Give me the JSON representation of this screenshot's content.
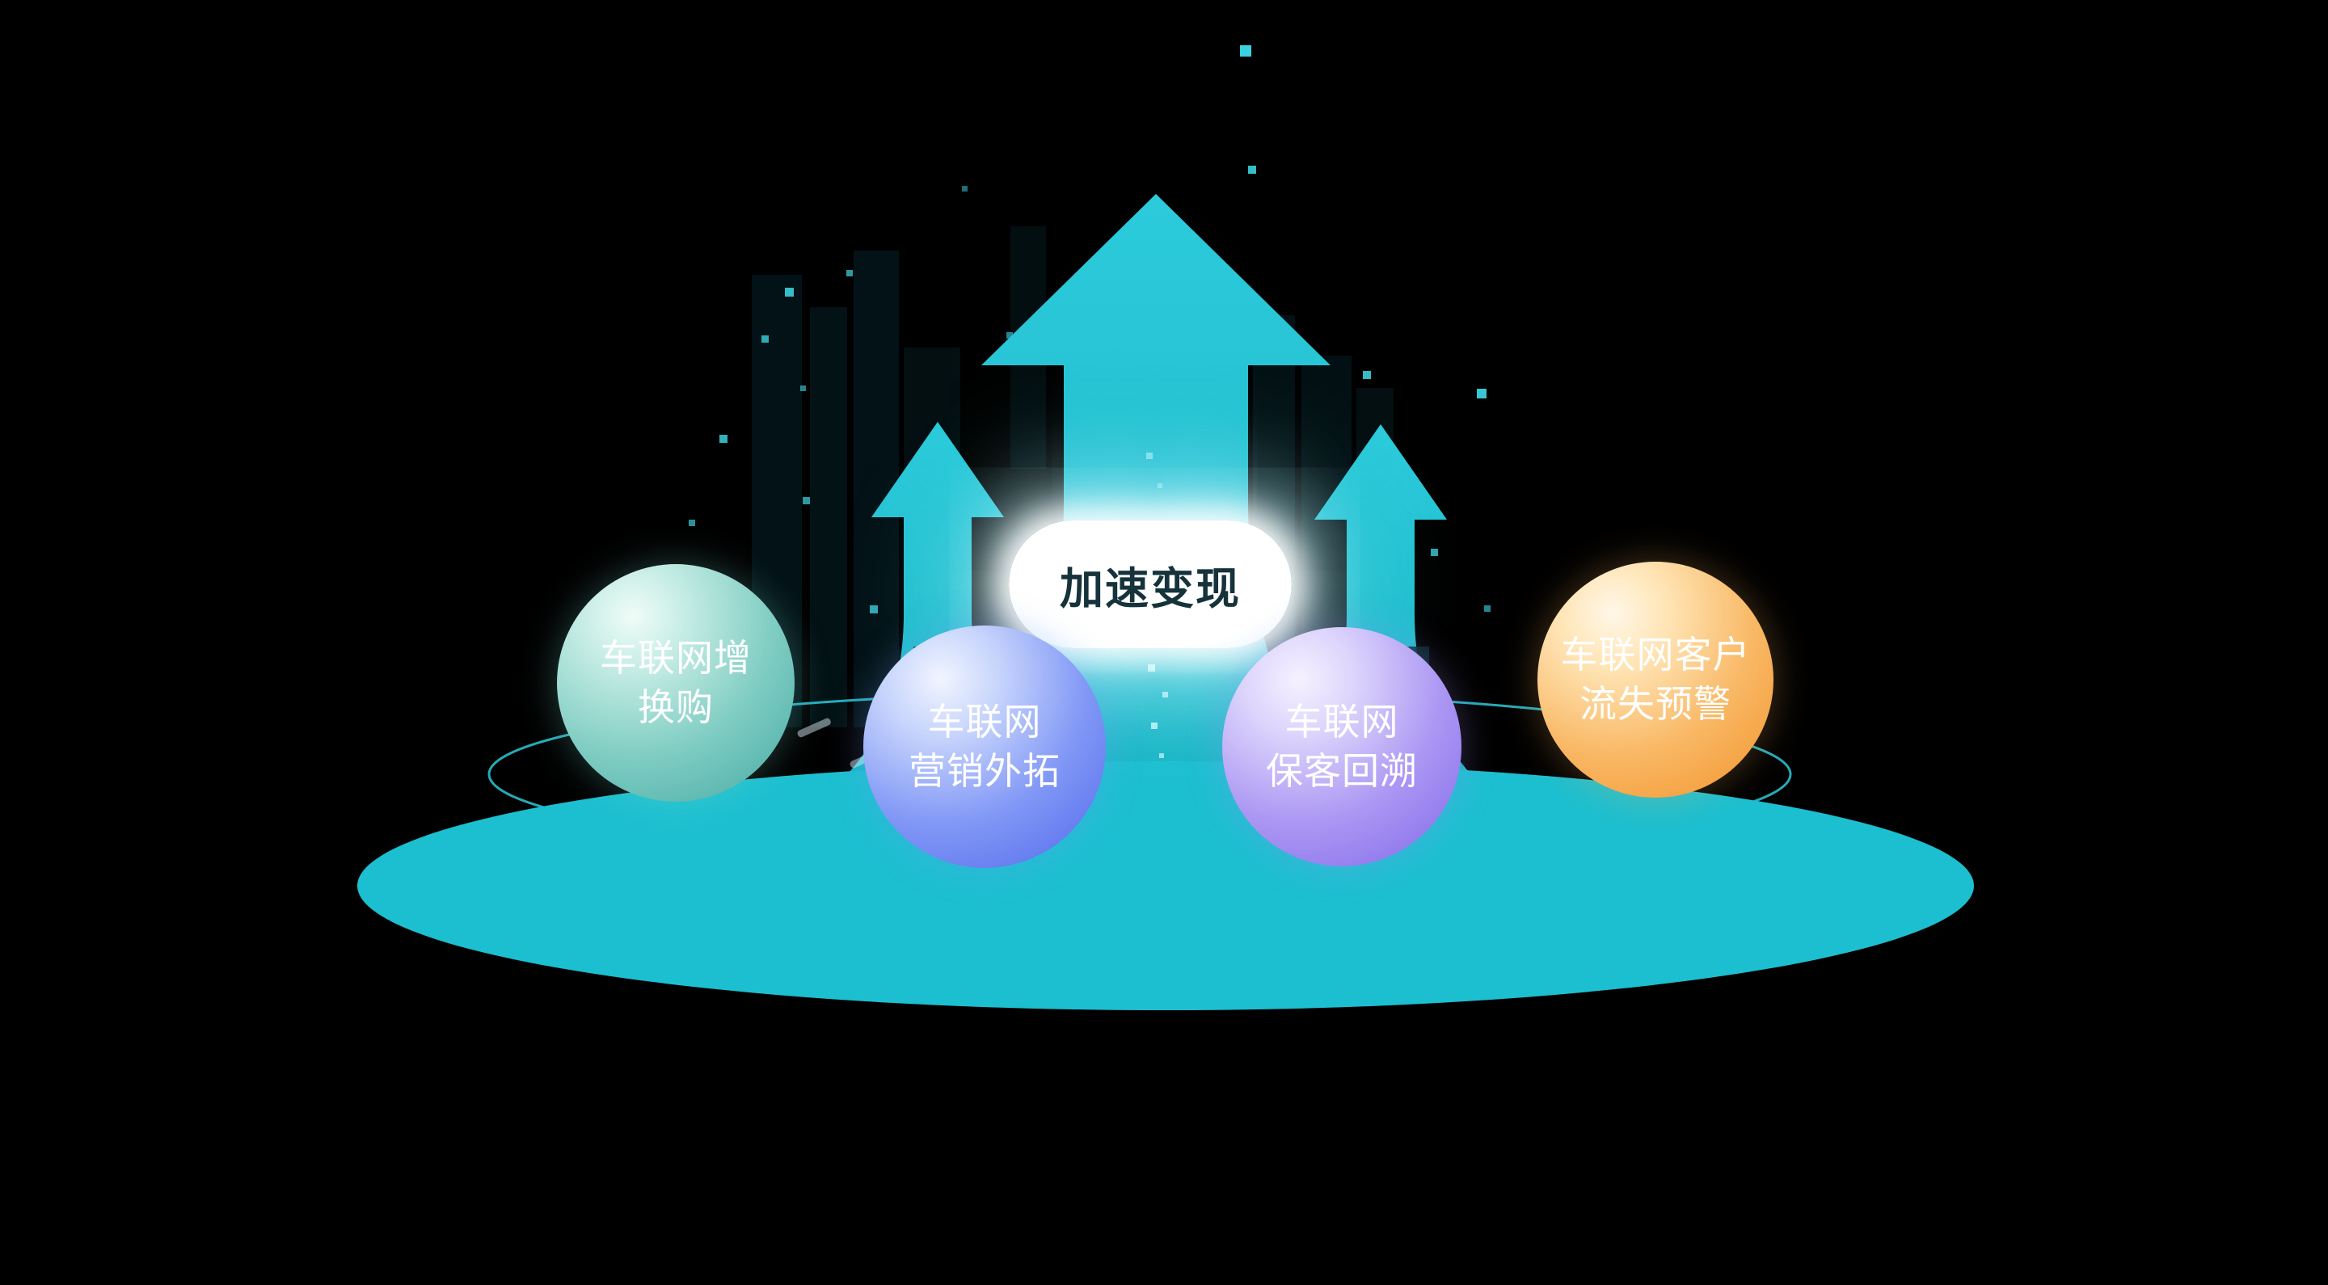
{
  "center": {
    "label": "加速变现"
  },
  "bubbles": [
    {
      "name": "telematics-trade-in",
      "line1": "车联网增",
      "line2": "换购"
    },
    {
      "name": "telematics-marketing-expansion",
      "line1": "车联网",
      "line2": "营销外拓"
    },
    {
      "name": "telematics-customer-retention",
      "line1": "车联网",
      "line2": "保客回溯"
    },
    {
      "name": "telematics-churn-warning",
      "line1": "车联网客户",
      "line2": "流失预警"
    }
  ],
  "colors": {
    "background": "#000000",
    "platform": "#1cbfd0",
    "platform_rim": "#2bc9d8",
    "arrow": "#22c3d3",
    "bubble_teal": "#44aaa3",
    "bubble_blue": "#5168ea",
    "bubble_purple": "#8168e9",
    "bubble_orange": "#f2932a",
    "bubble_text": "#ffffff",
    "pill_background": "#ffffff",
    "pill_text": "#16333b",
    "particle": "#3fdcea"
  }
}
